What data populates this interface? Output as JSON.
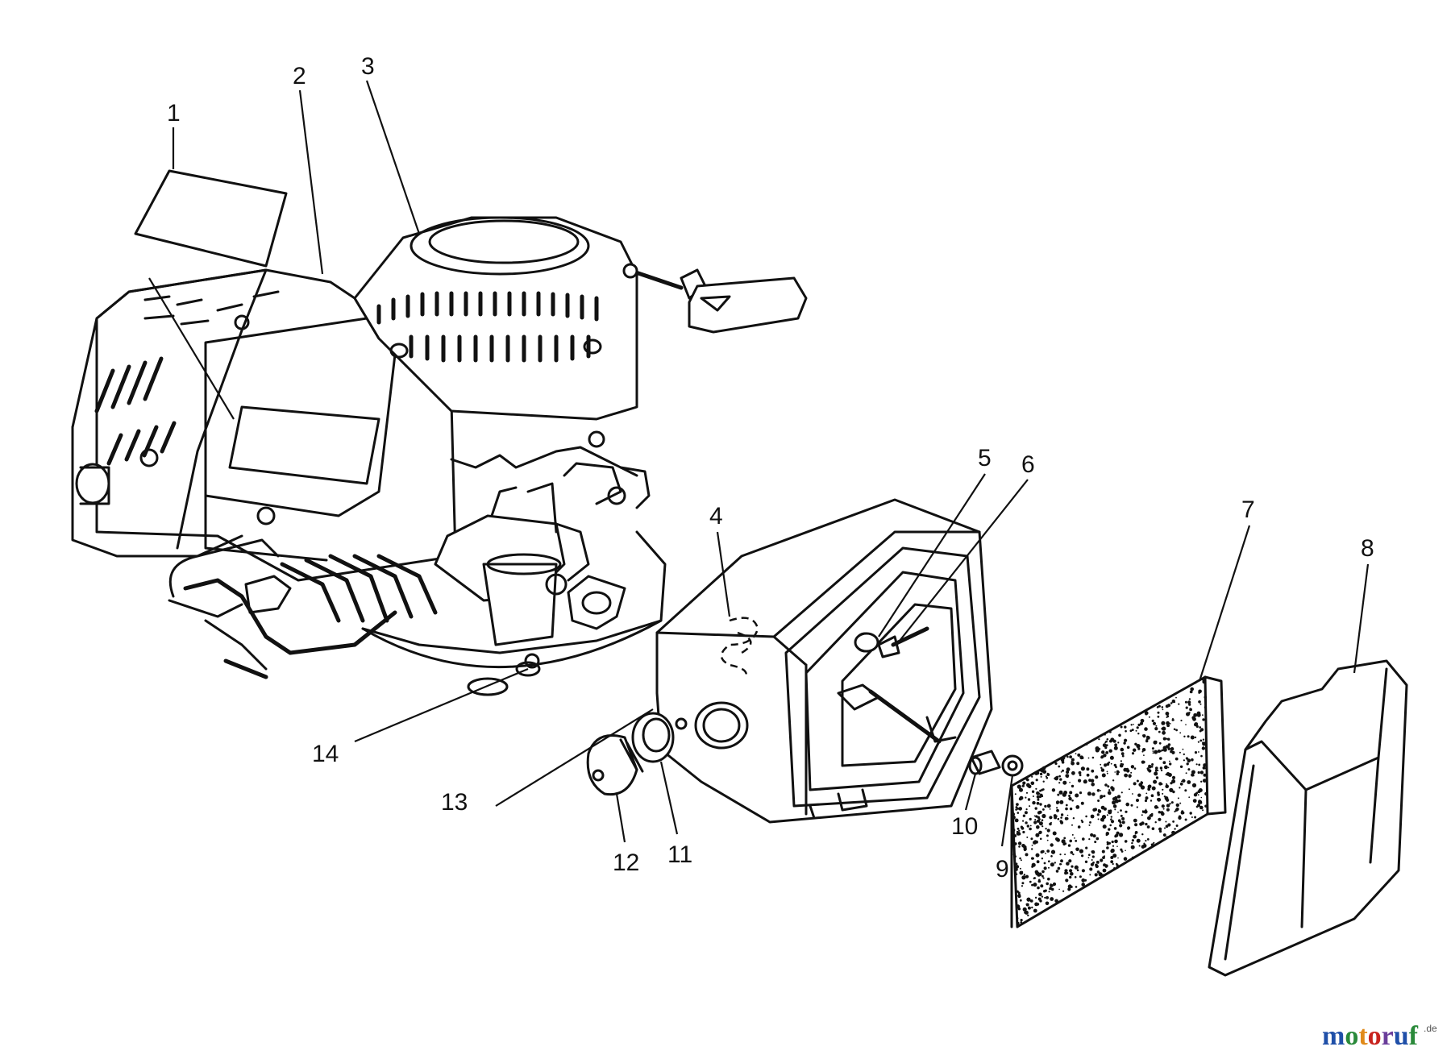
{
  "callouts": [
    {
      "id": "1",
      "label": "1"
    },
    {
      "id": "2",
      "label": "2"
    },
    {
      "id": "3",
      "label": "3"
    },
    {
      "id": "4",
      "label": "4"
    },
    {
      "id": "5",
      "label": "5"
    },
    {
      "id": "6",
      "label": "6"
    },
    {
      "id": "7",
      "label": "7"
    },
    {
      "id": "8",
      "label": "8"
    },
    {
      "id": "9",
      "label": "9"
    },
    {
      "id": "10",
      "label": "10"
    },
    {
      "id": "11",
      "label": "11"
    },
    {
      "id": "12",
      "label": "12"
    },
    {
      "id": "13",
      "label": "13"
    },
    {
      "id": "14",
      "label": "14"
    }
  ],
  "watermark": {
    "text": "motoruf",
    "suffix": ".de",
    "colors": [
      "#1f4fa8",
      "#2a8a3a",
      "#e08a1a",
      "#c8231e",
      "#6a3d9a",
      "#1f4fa8",
      "#2a8a3a"
    ]
  }
}
